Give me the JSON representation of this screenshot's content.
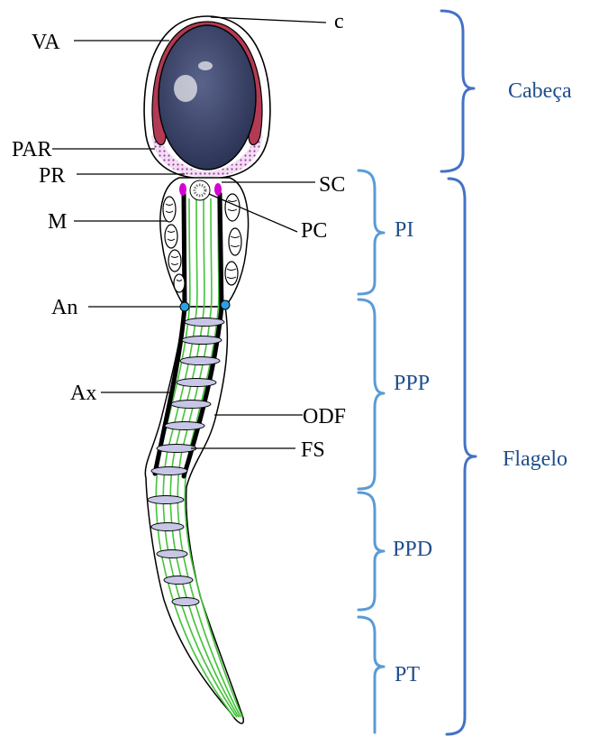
{
  "labels": {
    "c": "c",
    "va": "VA",
    "par": "PAR",
    "pr": "PR",
    "m": "M",
    "an": "An",
    "ax": "Ax",
    "sc": "SC",
    "pc": "PC",
    "odf": "ODF",
    "fs": "FS"
  },
  "regions": {
    "cabeca": "Cabeça",
    "flagelo": "Flagelo",
    "pi": "PI",
    "ppp": "PPP",
    "ppd": "PPD",
    "pt": "PT"
  },
  "colors": {
    "acrosome": "#b23a52",
    "nucleus": "#3a4468",
    "postacrosomal": "#e3b9e6",
    "centriole_magenta": "#d400d4",
    "annulus": "#2aa0e6",
    "axoneme_green": "#44c23a",
    "fibrous_sheath": "#c7c6e6",
    "brace_blue": "#4472c4",
    "text_blue": "#1f4e8c"
  }
}
